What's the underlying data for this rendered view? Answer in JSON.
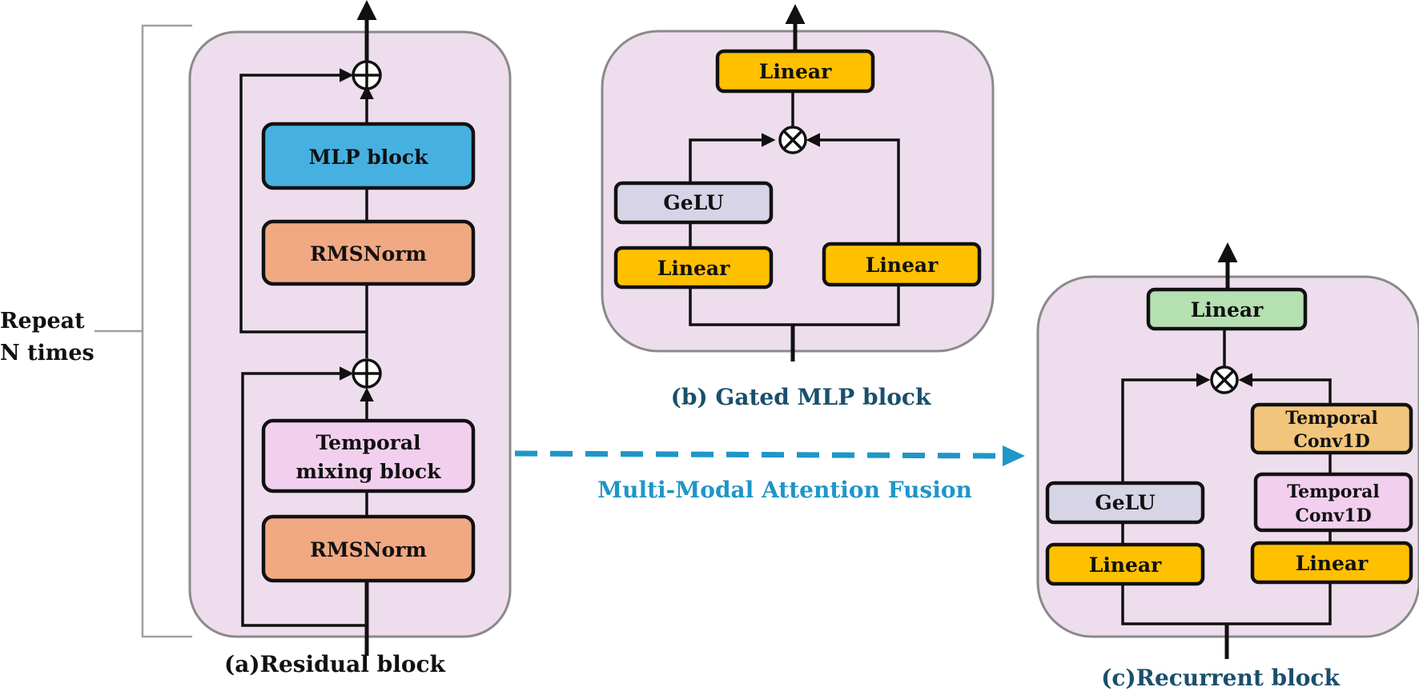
{
  "colors": {
    "panel": "#eedeed",
    "mlp_block": "#46b1e1",
    "rmsnorm": "#f1a983",
    "temporal_mixing": "#f2cfee",
    "linear_yellow": "#ffc000",
    "gelu": "#d6d4e6",
    "linear_green": "#b5e0b1",
    "temporal_conv_orange": "#f2c57c",
    "temporal_conv_pink": "#f2cfee",
    "caption_blue": "#1a4f6b",
    "fusion_cyan": "#1f96c8"
  },
  "repeat": {
    "line1": "Repeat",
    "line2": "N times"
  },
  "residual": {
    "caption": "(a)Residual block",
    "mlp_block": "MLP block",
    "rmsnorm_top": "RMSNorm",
    "temporal_line1": "Temporal",
    "temporal_line2": "mixing block",
    "rmsnorm_bottom": "RMSNorm"
  },
  "gated": {
    "caption": "(b) Gated MLP block",
    "linear_top": "Linear",
    "gelu": "GeLU",
    "linear_left": "Linear",
    "linear_right": "Linear"
  },
  "fusion": {
    "label": "Multi-Modal Attention Fusion"
  },
  "recurrent": {
    "caption": "(c)Recurrent block",
    "linear_top": "Linear",
    "gelu": "GeLU",
    "linear_left": "Linear",
    "conv_top_line1": "Temporal",
    "conv_top_line2": "Conv1D",
    "conv_mid_line1": "Temporal",
    "conv_mid_line2": "Conv1D",
    "linear_right": "Linear"
  }
}
